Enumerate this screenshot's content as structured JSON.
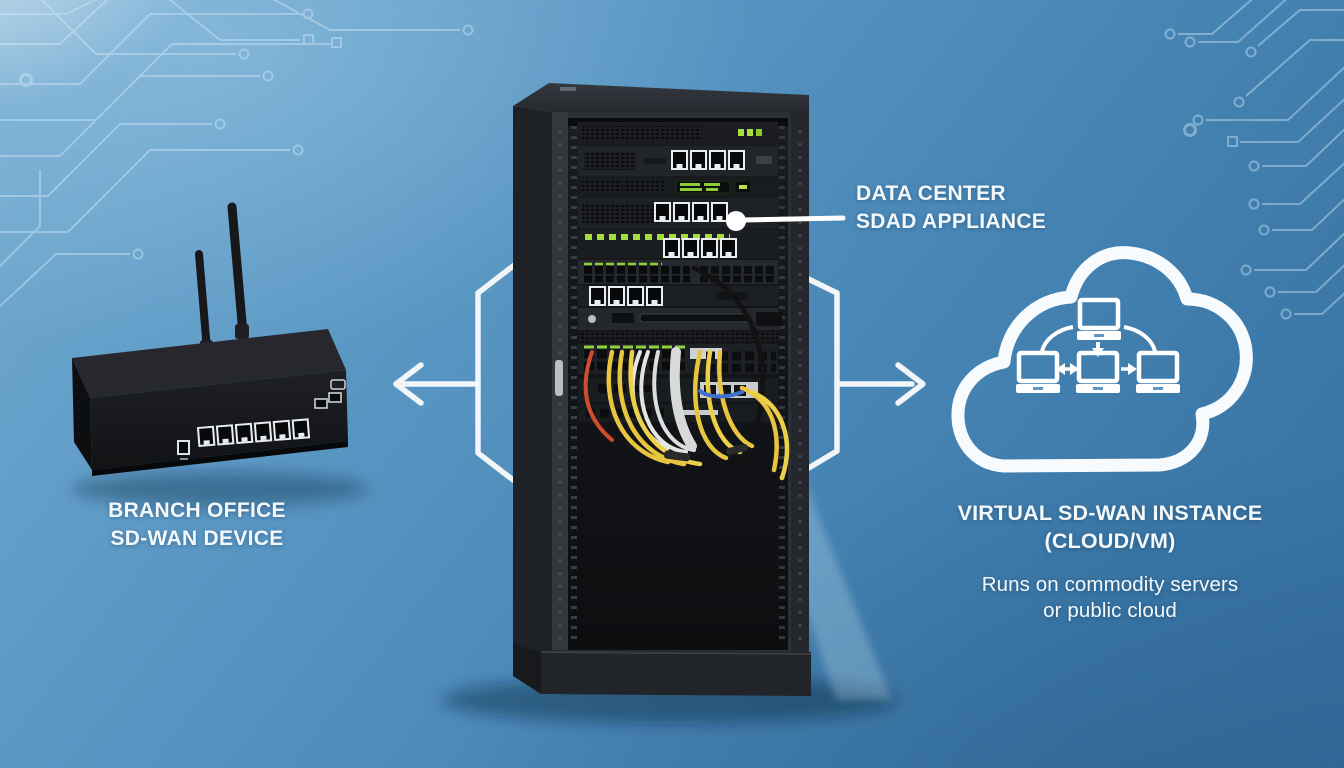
{
  "labels": {
    "data_center": {
      "line1": "DATA CENTER",
      "line2": "SDAD APPLIANCE"
    },
    "branch": {
      "line1": "BRANCH OFFICE",
      "line2": "SD-WAN DEVICE"
    },
    "cloud": {
      "title_line1": "VIRTUAL SD-WAN INSTANCE",
      "title_line2": "(CLOUD/VM)",
      "subtitle_line1": "Runs on commodity servers",
      "subtitle_line2": "or public cloud"
    }
  },
  "icons": {
    "cloud": "cloud-outline-icon",
    "cloud_computers": "networked-computers-icon",
    "left_arrow": "left-arrow-icon",
    "right_arrow": "right-arrow-icon",
    "callout": "callout-dot",
    "rack": "server-rack-illustration",
    "router": "branch-router-illustration",
    "circuit": "circuit-pattern"
  },
  "colors": {
    "background_top": "#79aed2",
    "background_bottom": "#356fa0",
    "accent_white": "#f3f8fb",
    "circuit_line": "#d6ecf8",
    "led_green": "#a5dd3e",
    "cable_yellow": "#e7c53e",
    "cable_white": "#e4e4e0",
    "cable_red": "#cf4c2e",
    "cable_blue": "#3f6fd0",
    "rack_body": "#2c3036",
    "rack_cavity": "#121417"
  }
}
